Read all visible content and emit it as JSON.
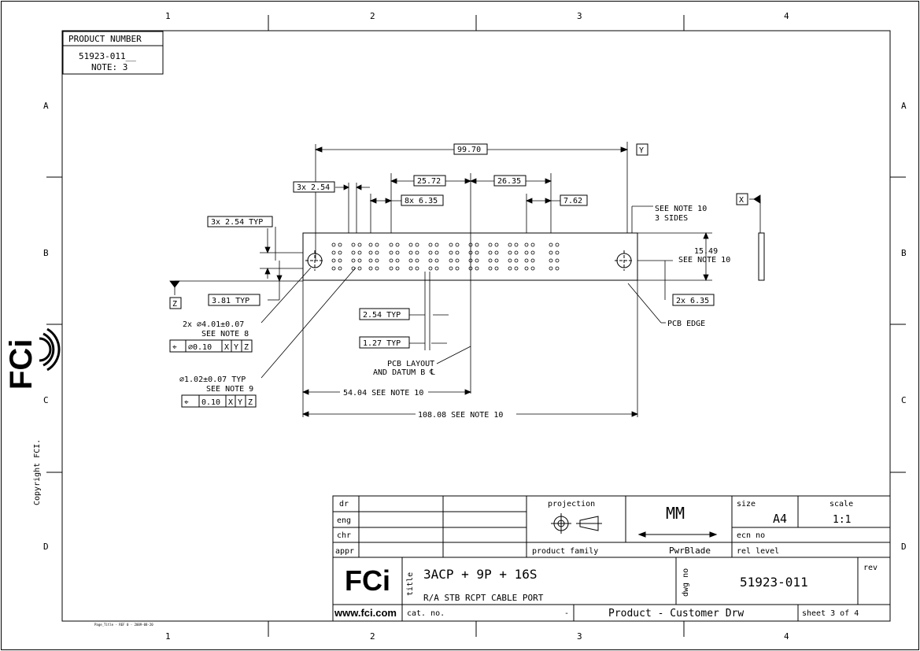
{
  "border": {
    "top_cols": [
      "1",
      "2",
      "3",
      "4"
    ],
    "bottom_cols": [
      "1",
      "2",
      "3",
      "4"
    ],
    "left_rows": [
      "A",
      "B",
      "C",
      "D"
    ],
    "right_rows": [
      "A",
      "B",
      "C",
      "D"
    ]
  },
  "product_box": {
    "header": "PRODUCT NUMBER",
    "value": "51923-011__",
    "note": "NOTE: 3"
  },
  "logo_text": "FCi",
  "copyright": "Copyright FCI.",
  "footer_tiny": "Page_Title - REF 0 - 2009-08-20",
  "datums": {
    "x": "X",
    "y": "Y",
    "z": "Z"
  },
  "dims": {
    "overall_width": "99.70",
    "d_25_72": "25.72",
    "d_26_35": "26.35",
    "d_3x254": "3x 2.54",
    "d_8x635": "8x 6.35",
    "d_762": "7.62",
    "d_3x254typ": "3x 2.54 TYP",
    "d_381typ": "3.81 TYP",
    "d_254typ": "2.54 TYP",
    "d_127typ": "1.27 TYP",
    "d_2x635": "2x 6.35",
    "d_1549": "15.49",
    "d_5404": "54.04 SEE NOTE 10",
    "d_10808": "108.08 SEE NOTE 10"
  },
  "notes": {
    "see_note10_a": "SEE NOTE 10",
    "three_sides": "3 SIDES",
    "see_note10_b": "SEE NOTE 10",
    "pcb_edge": "PCB EDGE",
    "pcb_layout": "PCB LAYOUT",
    "datum_b": "AND DATUM B ℄",
    "hole1": "2x ⌀4.01±0.07",
    "hole1_note": "SEE NOTE 8",
    "hole2": "⌀1.02±0.07 TYP",
    "hole2_note": "SEE NOTE 9"
  },
  "fcf1": {
    "sym": "⌖",
    "tol": "⌀0.10",
    "a": "X",
    "b": "Y",
    "c": "Z"
  },
  "fcf2": {
    "sym": "⌖",
    "tol": "0.10",
    "a": "X",
    "b": "Y",
    "c": "Z"
  },
  "title_block": {
    "dr": "dr",
    "eng": "eng",
    "chr": "chr",
    "appr": "appr",
    "projection_label": "projection",
    "units": "MM",
    "size_label": "size",
    "size_value": "A4",
    "scale_label": "scale",
    "scale_value": "1:1",
    "ecn_label": "ecn no",
    "family_label": "product family",
    "family_value": "PwrBlade",
    "rel_label": "rel level",
    "title_label": "title",
    "title_line1": "3ACP + 9P + 16S",
    "title_line2": "R/A STB RCPT CABLE PORT",
    "dwg_label": "dwg no",
    "dwg_value": "51923-011",
    "rev_label": "rev",
    "web": "www.fci.com",
    "cat_label": "cat. no.",
    "cat_dash": "-",
    "doc_type": "Product - Customer Drw",
    "sheet": "sheet 3 of 4"
  }
}
